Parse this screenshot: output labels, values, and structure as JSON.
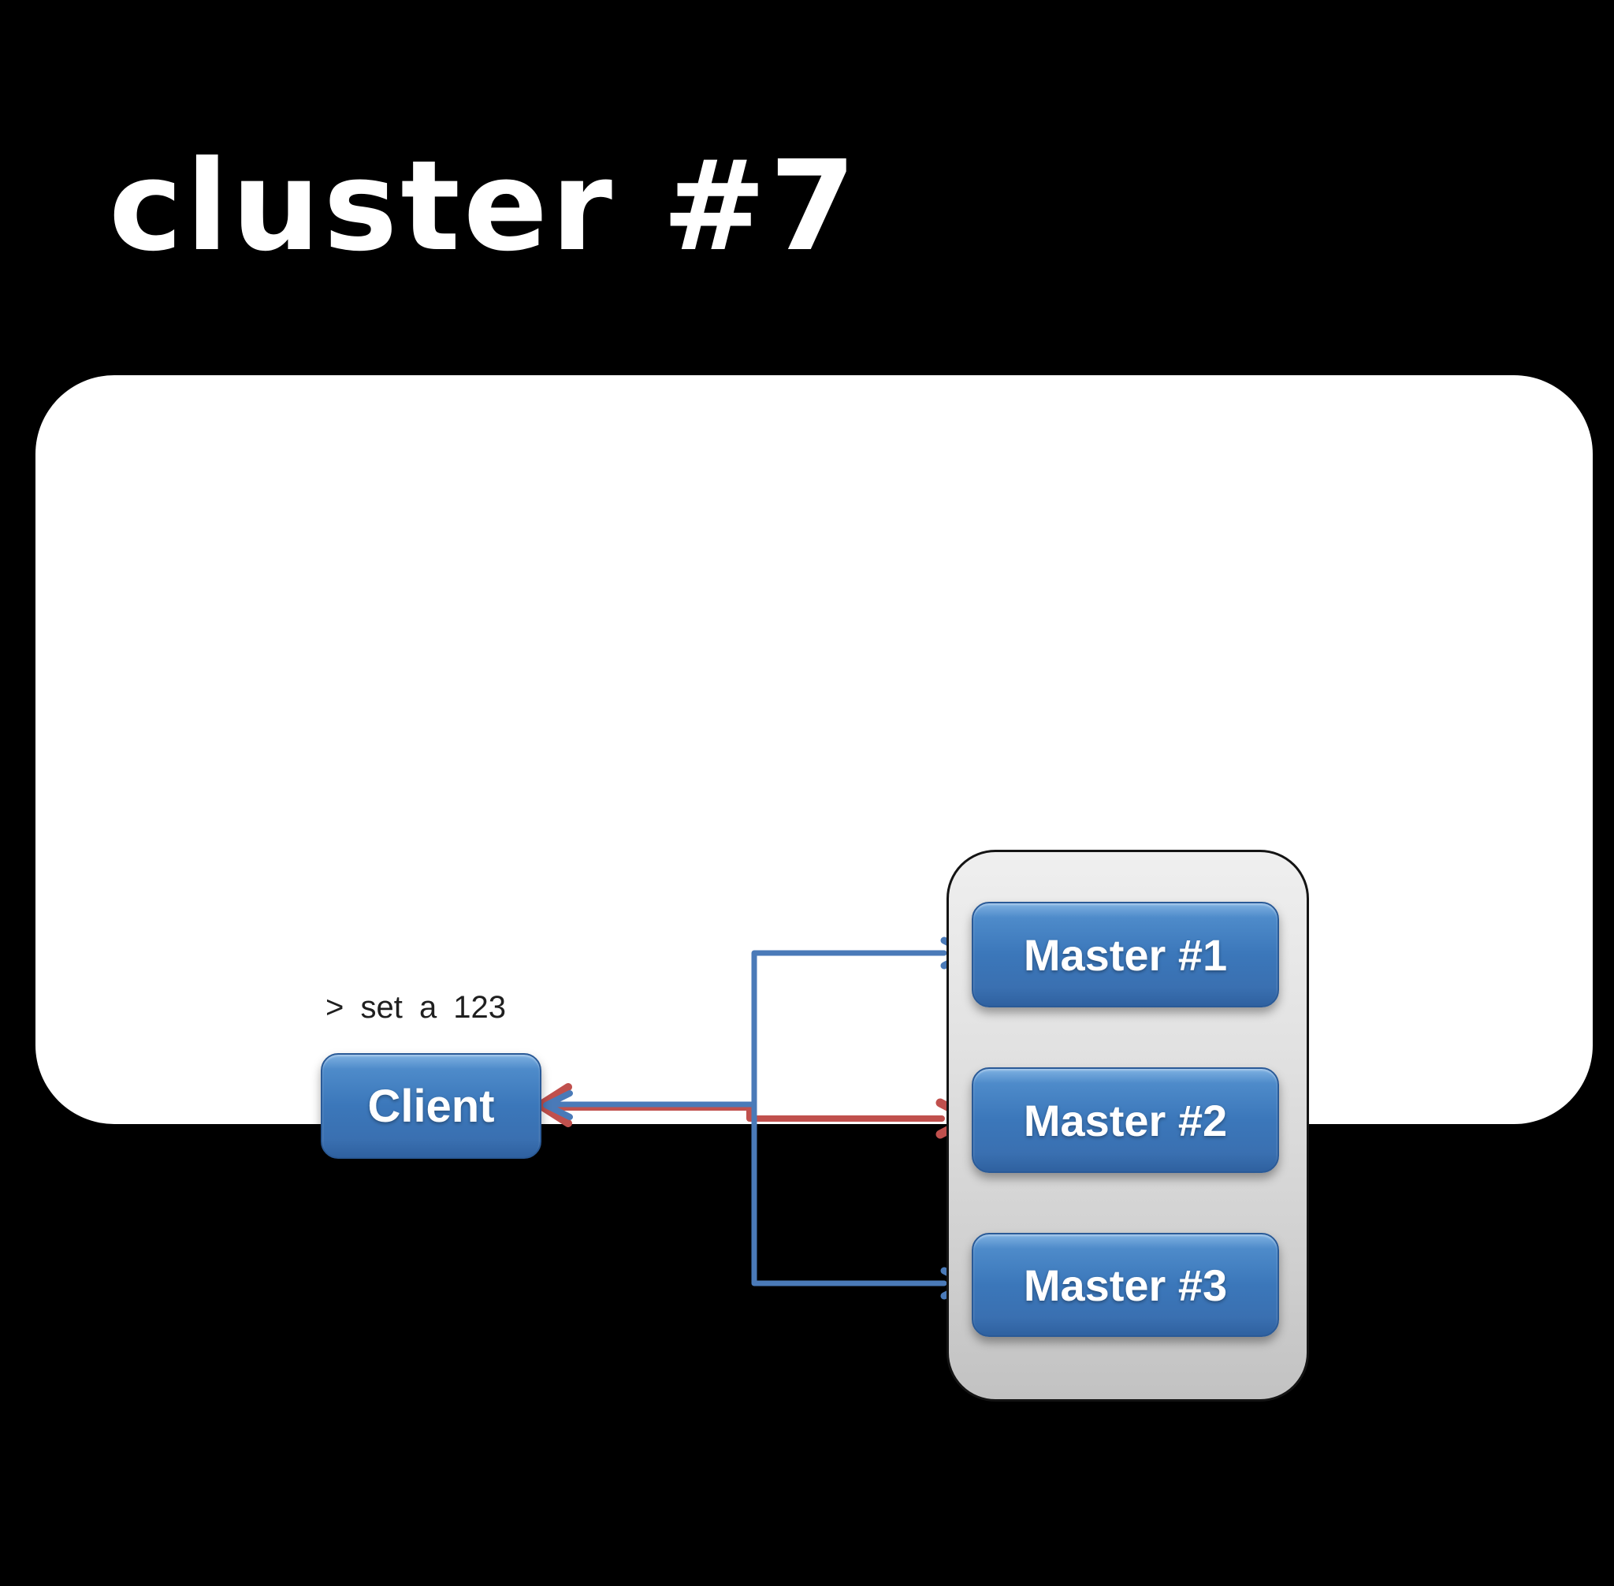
{
  "title": "cluster #7",
  "panel": {
    "command_text": "> set a 123",
    "client": {
      "label": "Client"
    },
    "cluster": {
      "masters": [
        {
          "label": "Master #1"
        },
        {
          "label": "Master #2"
        },
        {
          "label": "Master #3"
        }
      ]
    },
    "arrows": [
      {
        "from": "Client",
        "to": "Master #1",
        "color_name": "blue"
      },
      {
        "from": "Client",
        "to": "Master #2",
        "color_name": "red"
      },
      {
        "from": "Client",
        "to": "Master #3",
        "color_name": "blue"
      },
      {
        "from": "cluster",
        "to": "Client",
        "color_name": "red and blue"
      }
    ]
  },
  "colors": {
    "background": "#000000",
    "panel": "#ffffff",
    "title_text": "#ffffff",
    "command_text": "#1f1f1f",
    "button_text": "#ffffff",
    "button_blue_light": "#7fb1e2",
    "button_blue": "#3b77ba",
    "button_blue_dark": "#2f61a0",
    "button_border": "#2a5a97",
    "cluster_bg_light": "#efefef",
    "cluster_bg_dark": "#c2c2c2",
    "cluster_border": "#141414",
    "arrow_blue": "#4a7ab8",
    "arrow_red": "#c0504d"
  }
}
